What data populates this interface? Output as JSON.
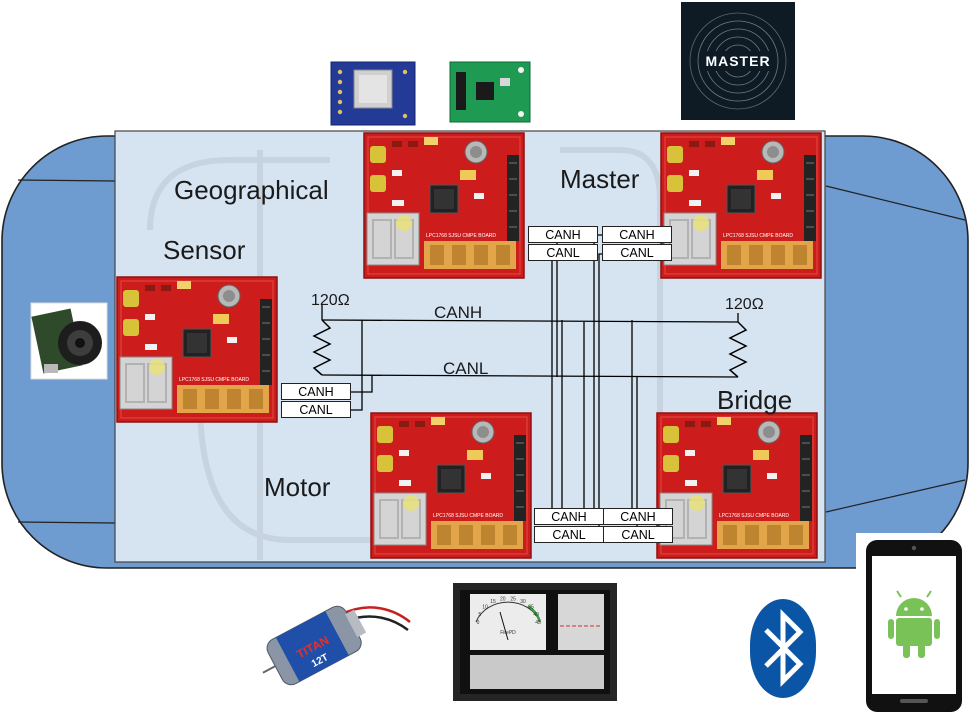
{
  "nodes": {
    "geographical": "Geographical",
    "master": "Master",
    "sensor": "Sensor",
    "motor": "Motor",
    "bridge": "Bridge"
  },
  "bus": {
    "canh": "CANH",
    "canl": "CANL",
    "resistor_left": "120Ω",
    "resistor_right": "120Ω"
  },
  "can_box": {
    "high": "CANH",
    "low": "CANL"
  },
  "board_print": {
    "model": "LPC1768 SJSU CMPE BOARD"
  },
  "logo": {
    "text": "MASTER"
  },
  "display": {
    "gauge_ticks": [
      "0",
      "5",
      "10",
      "15",
      "20",
      "25",
      "30",
      "35",
      "40",
      "45"
    ],
    "gauge_label": "FirePD"
  },
  "motor_part": {
    "brand": "TITAN",
    "model": "12T"
  },
  "colors": {
    "car_body": "#6e9bd0",
    "car_interior": "#d6e4f2",
    "board_red": "#cc1c1c",
    "bluetooth": "#0a55a6",
    "android_green": "#79c257",
    "logo_bg": "#0e1a24"
  },
  "icons": [
    "ultrasonic-sensor-icon",
    "gps-module-icon",
    "compass-module-icon",
    "dc-motor-icon",
    "lcd-display-icon",
    "bluetooth-icon",
    "android-phone-icon"
  ]
}
